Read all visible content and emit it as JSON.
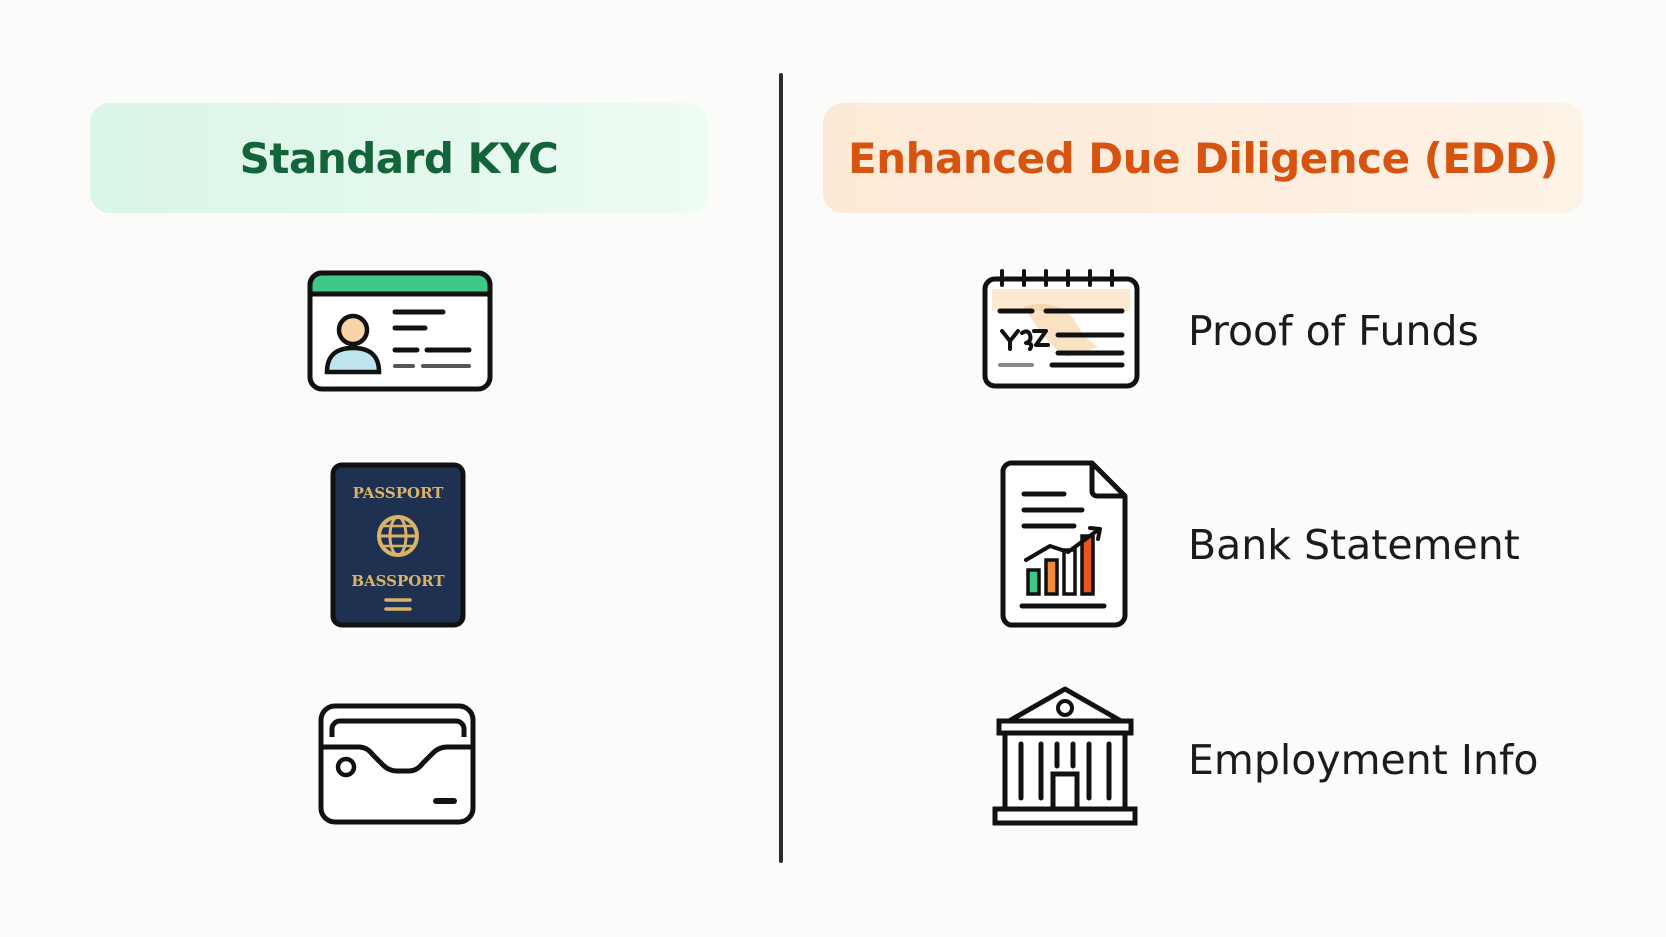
{
  "left": {
    "title": "Standard KYC",
    "items": [
      {
        "icon": "id-card-icon"
      },
      {
        "icon": "passport-icon",
        "cover_top": "PASSPORT",
        "cover_bottom": "BASSPORT"
      },
      {
        "icon": "wallet-card-icon"
      }
    ]
  },
  "right": {
    "title": "Enhanced Due Diligence (EDD)",
    "items": [
      {
        "icon": "check-document-icon",
        "label": "Proof of Funds"
      },
      {
        "icon": "bank-statement-icon",
        "label": "Bank Statement"
      },
      {
        "icon": "bank-building-icon",
        "label": "Employment Info"
      }
    ]
  },
  "colors": {
    "kyc_green": "#14643a",
    "edd_orange": "#d65410",
    "passport_navy": "#1f3150",
    "passport_gold": "#d9b36a"
  }
}
